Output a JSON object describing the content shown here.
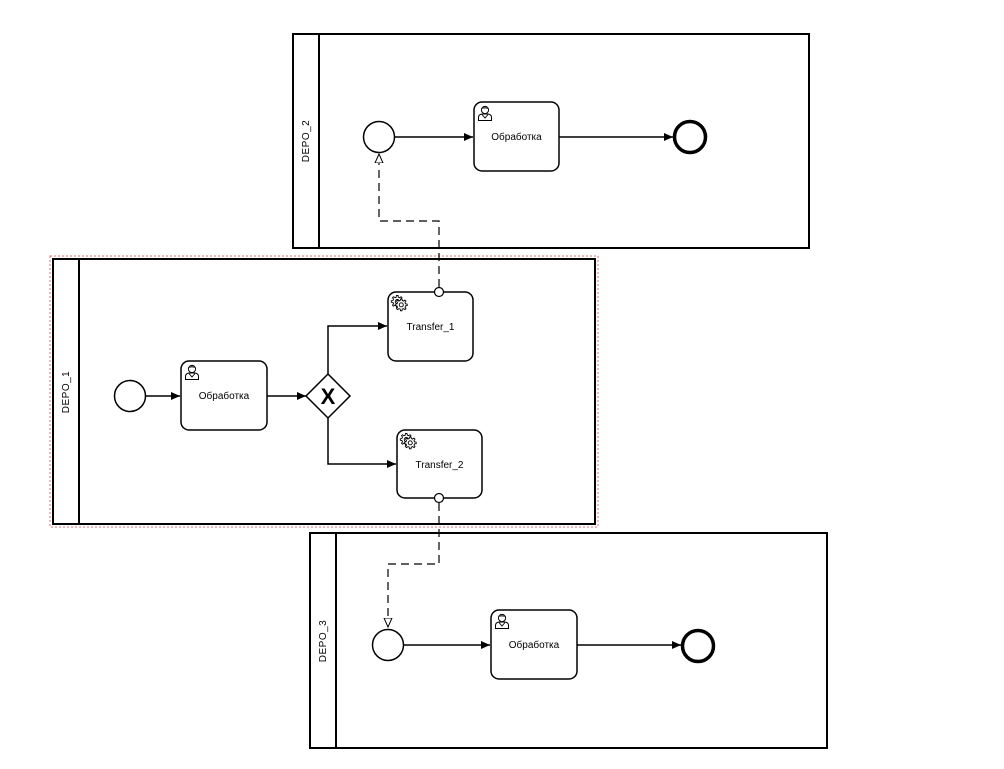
{
  "pools": {
    "depo1": {
      "label": "DEPO_1"
    },
    "depo2": {
      "label": "DEPO_2"
    },
    "depo3": {
      "label": "DEPO_3"
    }
  },
  "tasks": {
    "depo1_process": {
      "label": "Обработка",
      "icon": "user-icon"
    },
    "depo2_process": {
      "label": "Обработка",
      "icon": "user-icon"
    },
    "depo3_process": {
      "label": "Обработка",
      "icon": "user-icon"
    },
    "transfer1": {
      "label": "Transfer_1",
      "icon": "gear-icon"
    },
    "transfer2": {
      "label": "Transfer_2",
      "icon": "gear-icon"
    }
  },
  "gateway": {
    "symbol": "X"
  },
  "colors": {
    "stroke": "#000000",
    "selection": "#e07070",
    "background": "#ffffff"
  }
}
